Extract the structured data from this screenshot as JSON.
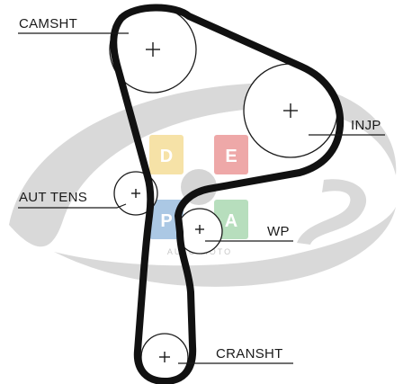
{
  "diagram": {
    "labels": {
      "camshaft": "CAMSHT",
      "injection_pump": "INJP",
      "auto_tensioner": "AUT TENS",
      "water_pump": "WP",
      "crankshaft": "CRANSHT"
    },
    "watermark": {
      "tiles": [
        "D",
        "E",
        "P",
        "A"
      ],
      "caption": "AUTO MOTO"
    },
    "colors": {
      "belt": "#111111",
      "watermark_grey": "#d9d9d9",
      "tile_yellow": "#f3d98a",
      "tile_red": "#e98b8b",
      "tile_blue": "#8fb6dc",
      "tile_green": "#9fd3a8"
    }
  }
}
